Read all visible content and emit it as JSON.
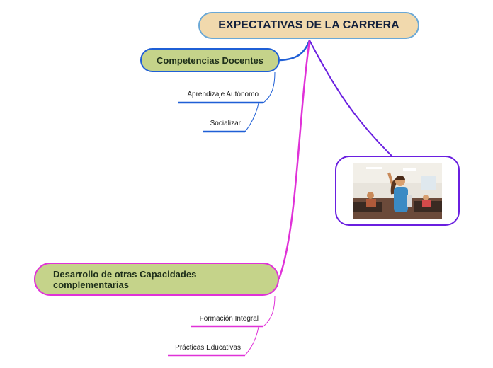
{
  "root": {
    "label": "EXPECTATIVAS DE LA CARRERA"
  },
  "branches": {
    "competencias": {
      "label": "Competencias Docentes",
      "children": [
        "Aprendizaje Autónomo",
        "Socializar"
      ]
    },
    "desarrollo": {
      "label_line1": "Desarrollo de otras Capacidades",
      "label_line2": "complementarias",
      "children": [
        "Formación Integral",
        "Prácticas Educativas"
      ]
    },
    "image": {
      "content": "classroom-photo-student-raising-hand"
    }
  },
  "colors": {
    "root_fill": "#f1d9ad",
    "root_border": "#6aa8d6",
    "branch_fill": "#c5d38a",
    "competencias_line": "#1f5fd6",
    "desarrollo_line": "#e032d8",
    "image_line": "#6a1fe0"
  }
}
